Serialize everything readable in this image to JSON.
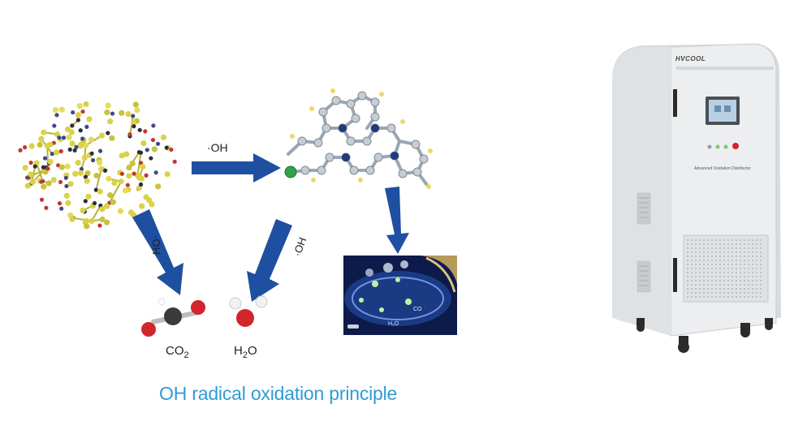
{
  "diagram": {
    "reagent_label_top": "·OH",
    "reagent_label_left": "·OH",
    "reagent_label_mid": "·OH",
    "products": [
      {
        "base": "CO",
        "sub": "2"
      },
      {
        "base": "H",
        "sub": "2",
        "tail": "O"
      }
    ],
    "inset_labels": [
      "CO",
      "H₂O"
    ],
    "caption": "OH radical oxidation principle"
  },
  "device": {
    "brand": "HVCOOL",
    "plate_text": "Advanced Oxidation Disinfector"
  },
  "colors": {
    "arrow": "#1f4fa0",
    "caption": "#2f9bd6",
    "molecule_yellow": "#d9d24a",
    "molecule_dark": "#2b2e3b",
    "atom_red": "#d1252b",
    "atom_green": "#2fa24a",
    "cabinet": "#e7e9ec"
  }
}
